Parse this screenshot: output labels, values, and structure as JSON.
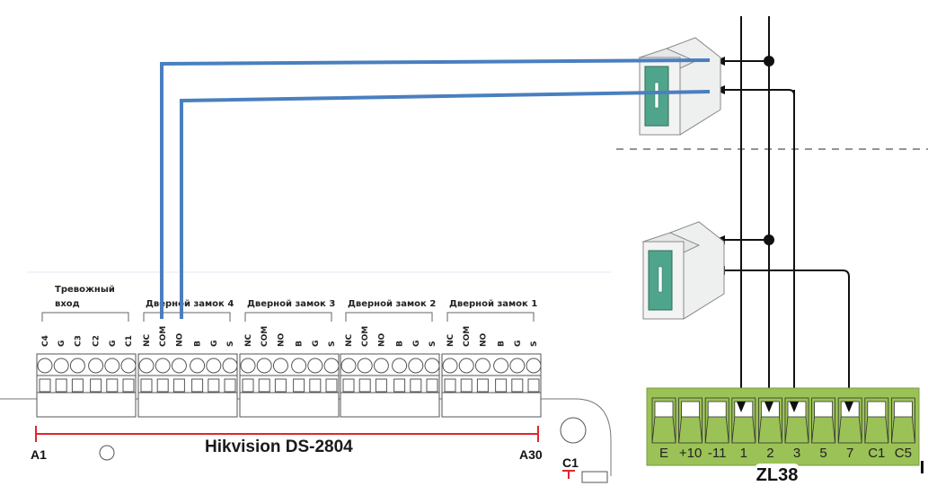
{
  "hikvision": {
    "title": "Hikvision DS-2804",
    "pin_start": "A1",
    "pin_end": "A30",
    "pin_c1": "C1",
    "groups": [
      {
        "label_line1": "Тревожный",
        "label_line2": "вход",
        "terminals": [
          "C4",
          "G",
          "C3",
          "C2",
          "G",
          "C1"
        ]
      },
      {
        "label_line1": "Дверной замок 4",
        "label_line2": "",
        "terminals": [
          "NC",
          "COM",
          "NO",
          "B",
          "G",
          "S"
        ]
      },
      {
        "label_line1": "Дверной замок 3",
        "label_line2": "",
        "terminals": [
          "NC",
          "COM",
          "NO",
          "B",
          "G",
          "S"
        ]
      },
      {
        "label_line1": "Дверной замок 2",
        "label_line2": "",
        "terminals": [
          "NC",
          "COM",
          "NO",
          "B",
          "G",
          "S"
        ]
      },
      {
        "label_line1": "Дверной замок 1",
        "label_line2": "",
        "terminals": [
          "NC",
          "COM",
          "NO",
          "B",
          "G",
          "S"
        ]
      }
    ],
    "accent_color": "#e0262b"
  },
  "zl38": {
    "title": "ZL38",
    "terminals": [
      "E",
      "+10",
      "-11",
      "1",
      "2",
      "3",
      "5",
      "7",
      "C1",
      "C5"
    ],
    "board_color": "#9bc256"
  },
  "wires": {
    "blue_color": "#4a7fbf",
    "connections": [
      {
        "from": "Дверной замок 4 COM",
        "to": "upper switch contact 1"
      },
      {
        "from": "Дверной замок 4 NO",
        "to": "upper switch contact 2"
      },
      {
        "from": "ZL38 terminal 1",
        "to": "common rail"
      },
      {
        "from": "ZL38 terminal 2",
        "to": "switch contact 1 (both switches)"
      },
      {
        "from": "ZL38 terminal 3",
        "to": "upper switch contact 2"
      },
      {
        "from": "ZL38 terminal 7",
        "to": "lower switch contact 2"
      }
    ]
  },
  "switches": {
    "color": "#4fa58c",
    "count": 2
  }
}
